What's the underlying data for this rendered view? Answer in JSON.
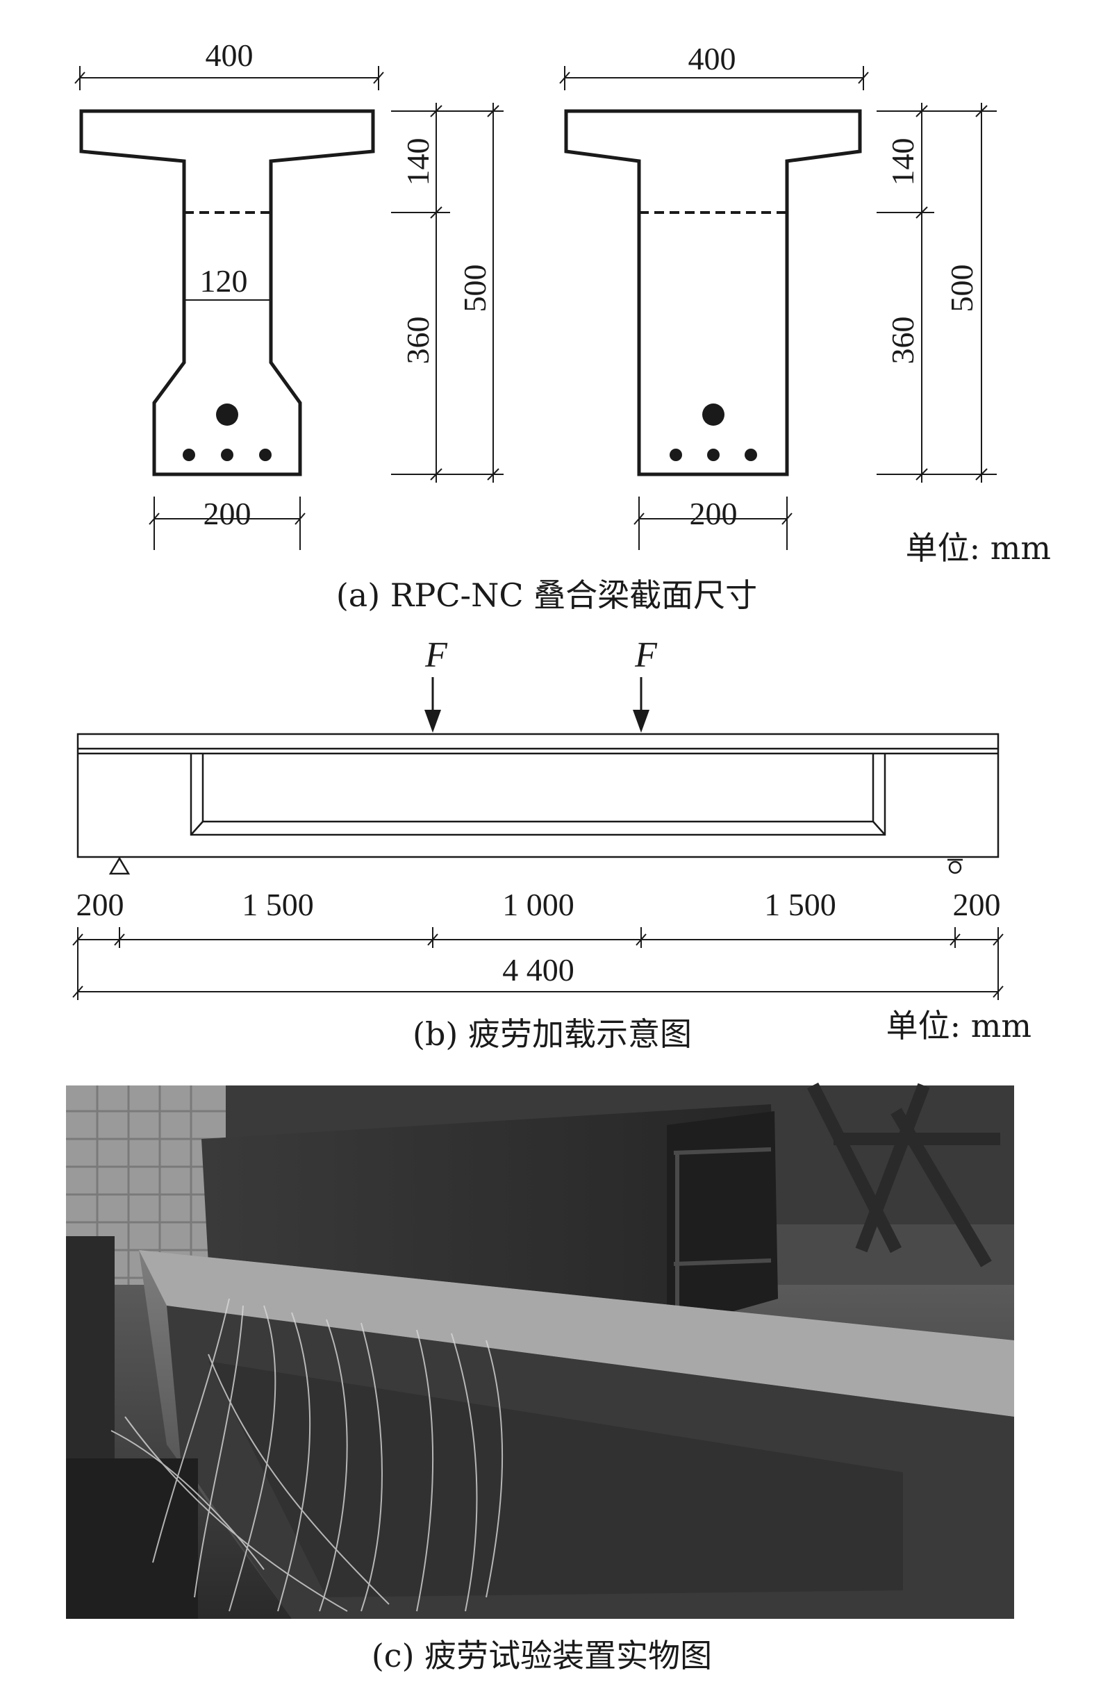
{
  "section_a": {
    "left": {
      "top_width": "400",
      "web_width": "120",
      "bottom_width": "200",
      "flange_height": "140",
      "web_height": "360",
      "total_height": "500"
    },
    "right": {
      "top_width": "400",
      "bottom_width": "200",
      "flange_height": "140",
      "web_height": "360",
      "total_height": "500"
    },
    "unit": "单位: mm",
    "caption": "(a) RPC-NC 叠合梁截面尺寸"
  },
  "section_b": {
    "load_1": "F",
    "load_2": "F",
    "segments": [
      "200",
      "1 500",
      "1 000",
      "1 500",
      "200"
    ],
    "total": "4 400",
    "unit": "单位: mm",
    "caption": "(b) 疲劳加载示意图"
  },
  "section_c": {
    "caption": "(c) 疲劳试验装置实物图"
  }
}
